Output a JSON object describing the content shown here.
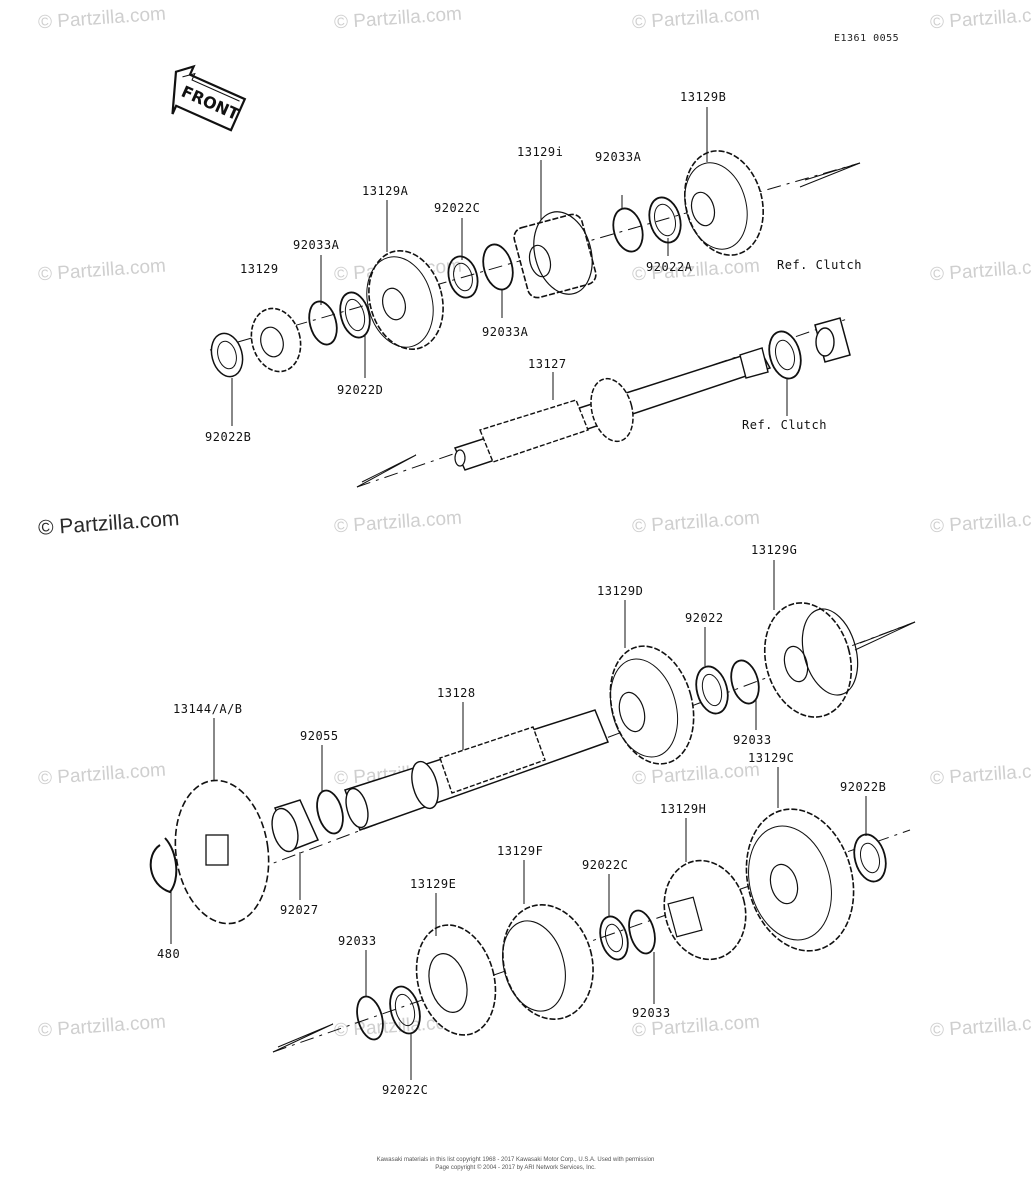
{
  "watermark": {
    "text": "© Partzilla.com",
    "main_text": "© Partzilla.com"
  },
  "diagram_code": "E1361 0055",
  "front_indicator": "FRONT",
  "labels": {
    "l13129B": "13129B",
    "l13129i": "13129i",
    "l92033A_top": "92033A",
    "l13129A": "13129A",
    "l92022C_top": "92022C",
    "l92033A_left": "92033A",
    "l13129": "13129",
    "ref_clutch_1": "Ref. Clutch",
    "l92022A": "92022A",
    "l92033A_mid": "92033A",
    "l13127": "13127",
    "l92022D": "92022D",
    "l92022B_left": "92022B",
    "ref_clutch_2": "Ref. Clutch",
    "l13129G": "13129G",
    "l13129D": "13129D",
    "l92022": "92022",
    "l13128": "13128",
    "l13144": "13144/A/B",
    "l92055": "92055",
    "l92033_mid": "92033",
    "l13129C": "13129C",
    "l92022B_right": "92022B",
    "l13129H": "13129H",
    "l13129F": "13129F",
    "l92022C_mid": "92022C",
    "l13129E": "13129E",
    "l92027": "92027",
    "l480": "480",
    "l92033_low": "92033",
    "l92033_bottom": "92033",
    "l92022C_bottom": "92022C"
  },
  "copyright": {
    "line1": "Kawasaki materials in this list copyright 1968 - 2017 Kawasaki Motor Corp., U.S.A. Used with permission",
    "line2": "Page copyright © 2004 - 2017 by ARI Network Services, Inc."
  }
}
